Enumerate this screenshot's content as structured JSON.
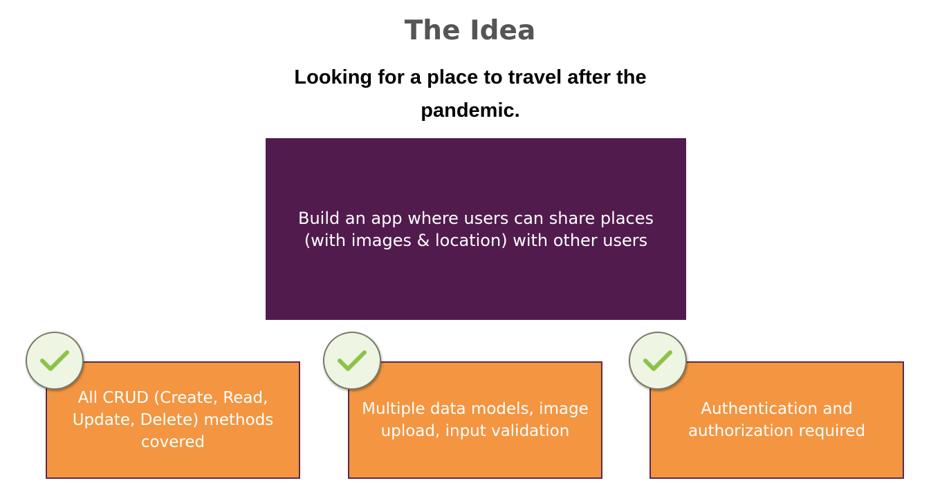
{
  "title": "The Idea",
  "subtitle": "Looking for a place to travel after the pandemic.",
  "main_box": {
    "text": "Build an app where users can share places (with images & location) with other users",
    "color": "#521b4e"
  },
  "features": [
    {
      "text": "All CRUD (Create, Read, Update, Delete) methods covered",
      "icon": "check-icon"
    },
    {
      "text": "Multiple data models, image upload, input validation",
      "icon": "check-icon"
    },
    {
      "text": "Authentication and authorization required",
      "icon": "check-icon"
    }
  ],
  "colors": {
    "title": "#555555",
    "feature_box": "#f39541",
    "check": "#8bc34a",
    "check_bg": "#eef5e3"
  }
}
